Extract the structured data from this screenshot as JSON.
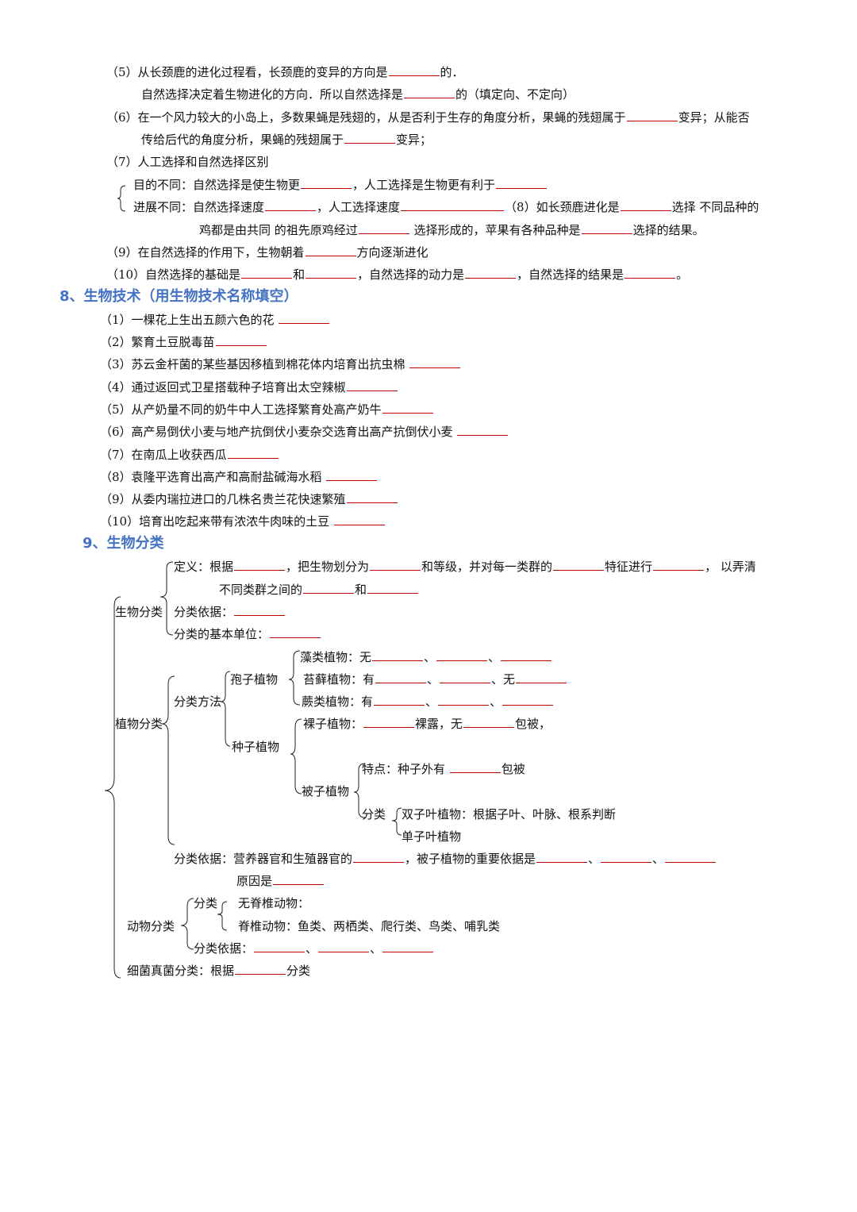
{
  "lines": {
    "q5a_pre": "（5）从长颈鹿的进化过程看，长颈鹿的变异的方向是",
    "q5a_post": "的．",
    "q5b_pre": "自然选择决定着生物进化的方向．所以自然选择是",
    "q5b_post": "的（填定向、不定向）",
    "q6a_pre": "（6）在一个风力较大的小岛上，多数果蝇是残翅的，从是否利于生存的角度分析，果蝇的残翅属于",
    "q6a_post": "变异；从能否",
    "q6b_pre": "传给后代的角度分析，果蝇的残翅属于",
    "q6b_post": "变异；",
    "q7": "（7）人工选择和自然选择区别",
    "q7a_pre": "目的不同：自然选择是使生物更",
    "q7a_mid": "，人工选择是生物更有利于",
    "q7b_pre": "进展不同：自然选择速度",
    "q7b_mid": "，人工选择速度",
    "q8_pre": "（8）如长颈鹿进化是",
    "q8_mid": "选择  不同品种的",
    "q8b_pre": "鸡都是由共同  的祖先原鸡经过",
    "q8b_mid": "  选择形成的，苹果有各种品种是",
    "q8b_post": "选择的结果。",
    "q9_pre": "（9）在自然选择的作用下，生物朝着",
    "q9_post": "方向逐渐进化",
    "q10_a": "（10）自然选择的基础是",
    "q10_b": "和",
    "q10_c": "，自然选择的动力是",
    "q10_d": "，自然选择的结果是",
    "q10_e": "。"
  },
  "section8": {
    "title": "8、生物技术（用生物技术名称填空）",
    "items": [
      "（1）一棵花上生出五颜六色的花 ",
      "（2）繁育土豆脱毒苗",
      "（3）苏云金杆菌的某些基因移植到棉花体内培育出抗虫棉 ",
      "（4）通过返回式卫星搭载种子培育出太空辣椒",
      "（5）从产奶量不同的奶牛中人工选择繁育处高产奶牛",
      "（6）高产易倒伏小麦与地产抗倒伏小麦杂交选育出高产抗倒伏小麦 ",
      "（7）在南瓜上收获西瓜",
      "（8）袁隆平选育出高产和高耐盐碱海水稻 ",
      "（9）从委内瑞拉进口的几株名贵兰花快速繁殖",
      "（10）培育出吃起来带有浓浓牛肉味的土豆 "
    ]
  },
  "section9": {
    "title": "9、生物分类",
    "def_a": "定义：根据",
    "def_b": "，把生物划分为",
    "def_c": "和等级，并对每一类群的",
    "def_d": "特征进行",
    "def_e": "，    以弄清",
    "def2_a": "不同类群之间的",
    "def2_b": "和",
    "bio_class": "生物分类",
    "basis": "分类依据：",
    "unit": "分类的基本单位：",
    "algae": "藻类植物：无",
    "moss": "苔藓植物：有",
    "fern": "蕨类植物：有",
    "sep1": "、",
    "no": "、无",
    "spore": "孢子植物",
    "method": "分类方法",
    "plant_class": "植物分类",
    "gymno_a": "裸子植物：",
    "gymno_b": "裸露，无",
    "gymno_c": "包被，",
    "seed": "种子植物",
    "feature": "特点：种子外有 ",
    "wrapped": "包被",
    "angio": "被子植物",
    "fen": "分类",
    "dicot": "双子叶植物：根据子叶、叶脉、根系判断",
    "monocot": "单子叶植物",
    "pbasis_a": "分类依据：营养器官和生殖器官的",
    "pbasis_b": "，被子植物的重要依据是",
    "reason": "原因是",
    "invert": "无脊椎动物：",
    "vert": "脊椎动物：鱼类、两栖类、爬行类、鸟类、哺乳类",
    "animal_class": "动物分类",
    "abasis": "分类依据：",
    "bact_a": "细菌真菌分类：根据",
    "bact_b": "分类"
  }
}
